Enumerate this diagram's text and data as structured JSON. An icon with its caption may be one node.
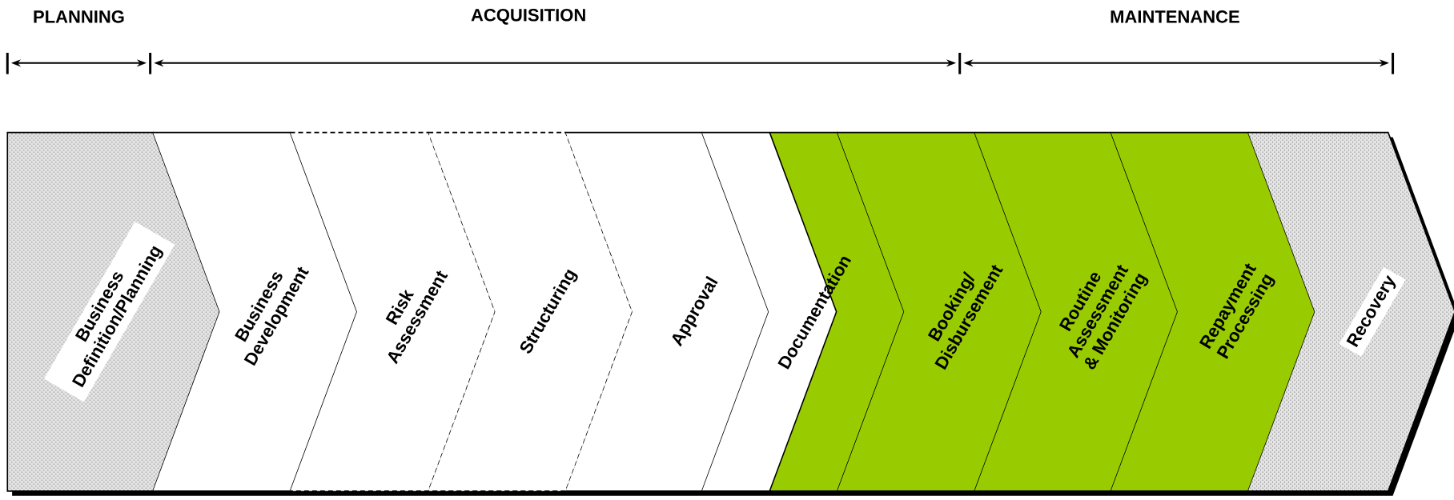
{
  "diagram": {
    "nodes": [
      {
        "text": [
          "Business Definition/Planning"
        ]
      },
      {
        "text": [
          "Business Development"
        ]
      },
      {
        "text": [
          "Risk Assessment"
        ]
      },
      {
        "text": [
          "Structuring"
        ]
      },
      {
        "text": [
          "Approval"
        ]
      },
      {
        "text": [
          "Documentation"
        ]
      },
      {
        "text": [
          "Booking/ Disbursement"
        ]
      },
      {
        "text": [
          "Routine Assessment & Monitoring"
        ]
      },
      {
        "text": [
          "Repayment Processing"
        ]
      },
      {
        "text": [
          "Recovery"
        ]
      }
    ],
    "labels": [
      "PLANNING",
      "ACQUISITION",
      "MAINTENANCE"
    ]
  }
}
